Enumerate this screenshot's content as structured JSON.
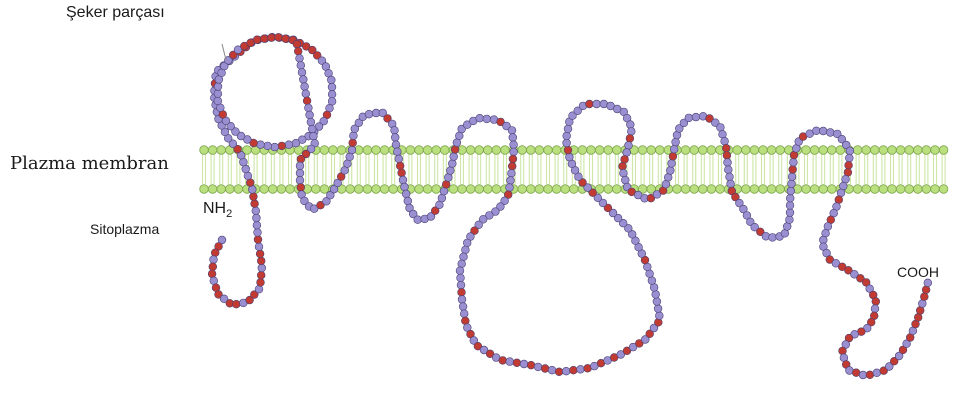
{
  "labels": {
    "sugar": "Şeker parçası",
    "membrane": "Plazma membran",
    "cytoplasm": "Sitoplazma",
    "n_terminus": "NH",
    "n_terminus_sub": "2",
    "c_terminus": "COOH"
  },
  "colors": {
    "residue_purple": "#9a8fd0",
    "residue_red": "#c23b32",
    "residue_outline": "#4a3f73",
    "lipid_head": "#b9df7f",
    "lipid_head_stroke": "#7da64b",
    "lipid_tail": "#cfe7a6"
  }
}
